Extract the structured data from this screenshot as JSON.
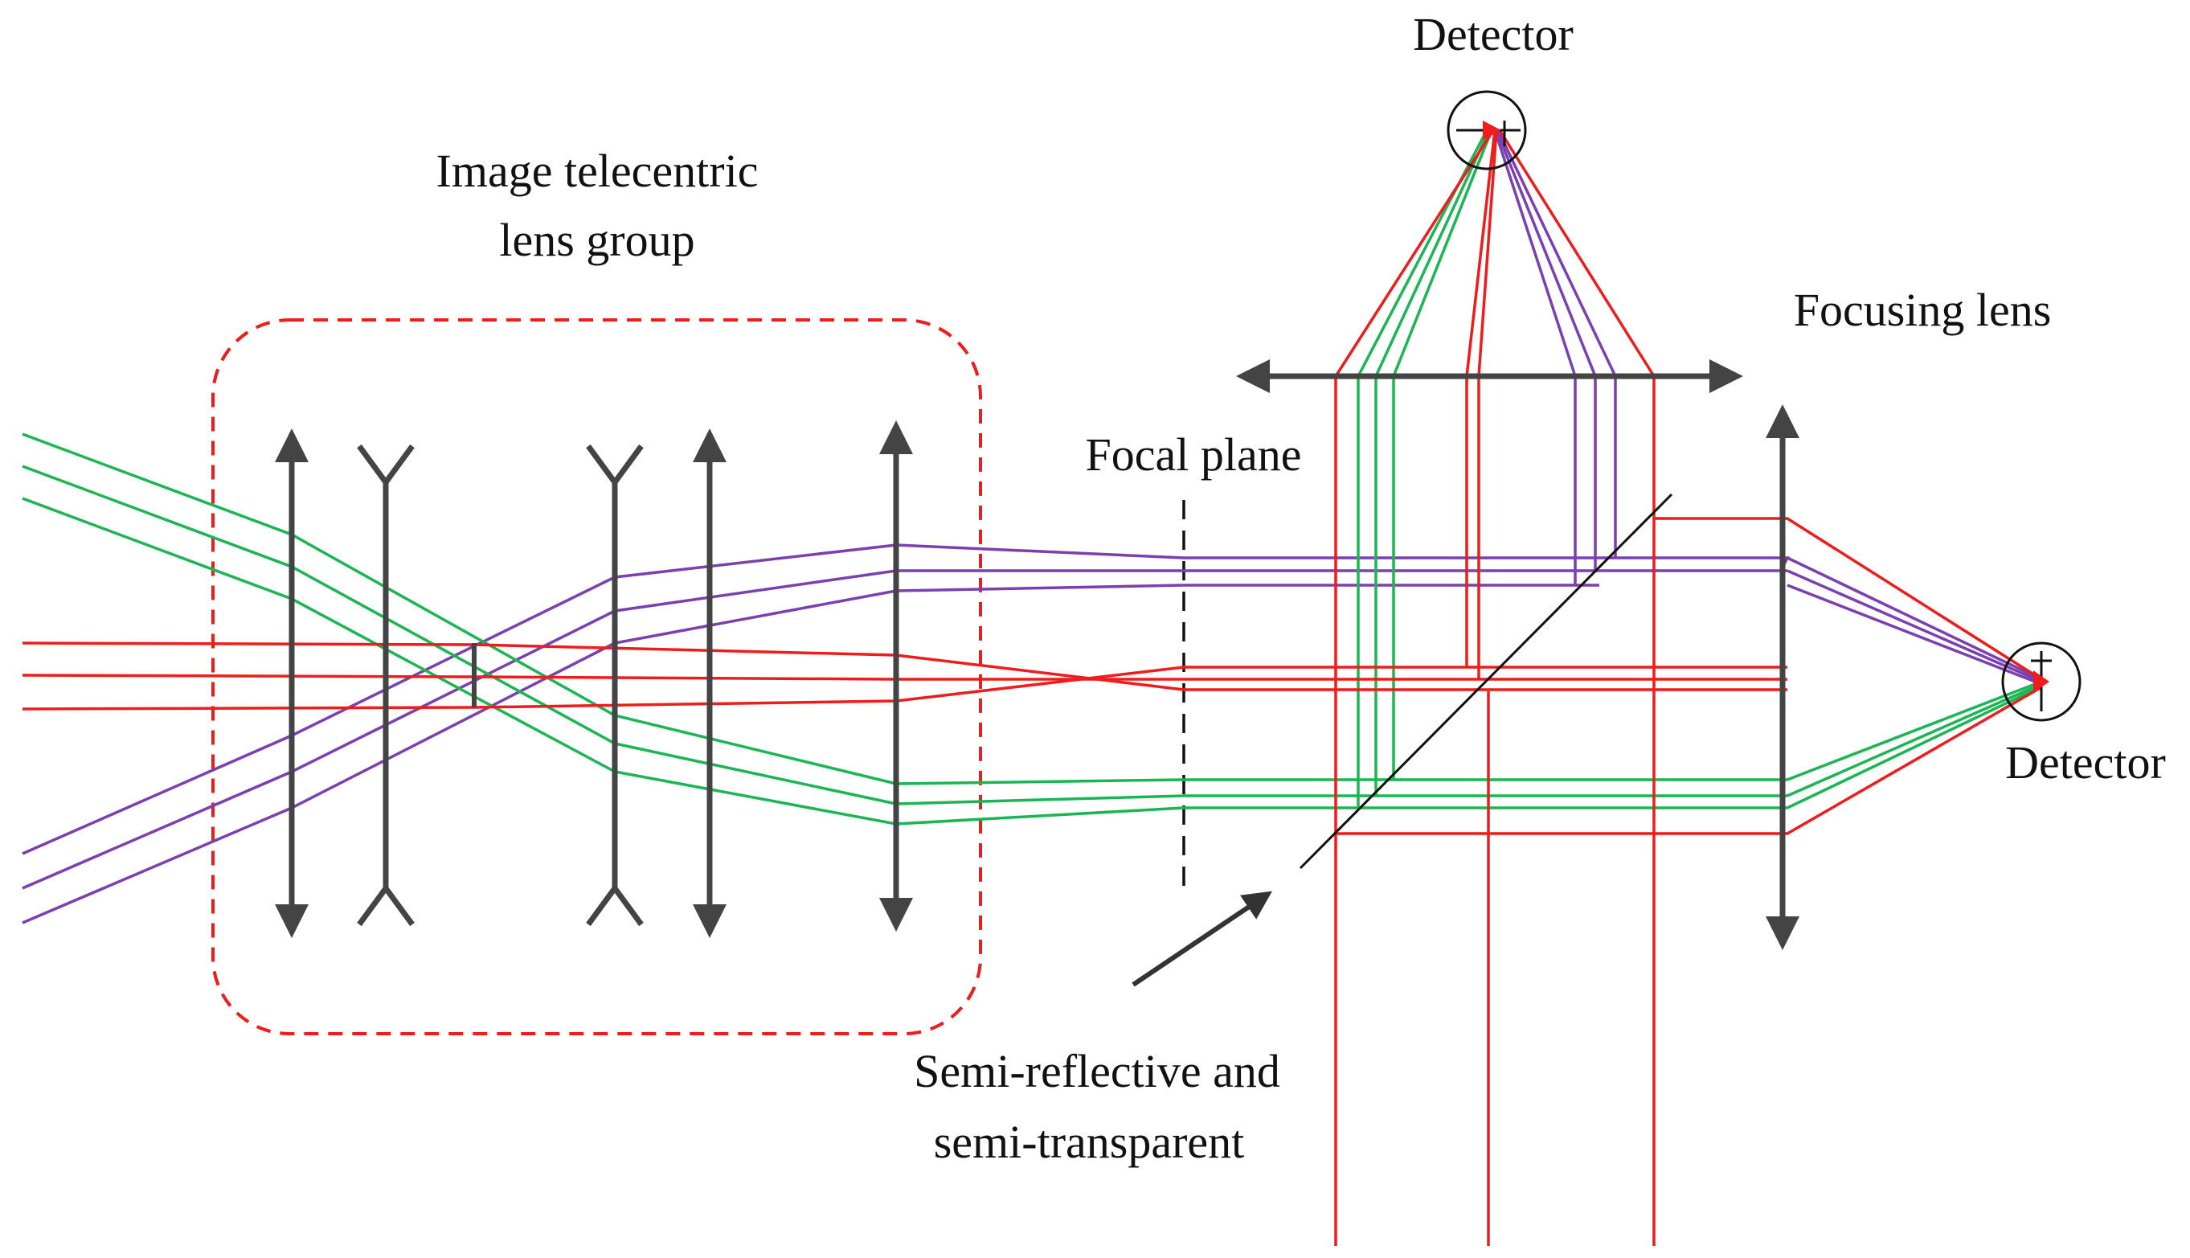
{
  "labels": {
    "lens_group_line1": "Image telecentric",
    "lens_group_line2": "lens group",
    "focal_plane": "Focal plane",
    "detector_top": "Detector",
    "detector_right": "Detector",
    "focusing_lens": "Focusing lens",
    "beam_splitter_line1": "Semi-reflective and",
    "beam_splitter_line2": "semi-transparent"
  },
  "colors": {
    "red_rays": "#ee1c1c",
    "green_rays": "#1bb554",
    "purple_rays": "#7a3fb0",
    "lens": "#444444",
    "group_box": "#ee1c1c"
  },
  "icons": {
    "convex_lens": "double-arrow-line",
    "concave_lens": "forked-line",
    "detector": "circle-crosshair"
  }
}
